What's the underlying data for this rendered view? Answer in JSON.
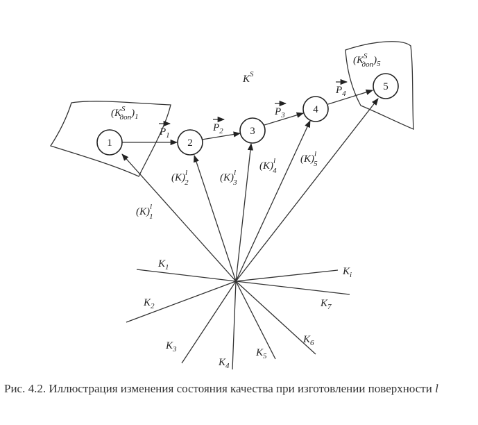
{
  "figure": {
    "region_1": {
      "base": "(K",
      "sup": "S",
      "sub_inner": "доп",
      "close": ")",
      "sub_outer": "1"
    },
    "region_5": {
      "base": "(K",
      "sup": "S",
      "sub_inner": "доп",
      "close": ")",
      "sub_outer": "5"
    },
    "space_label": {
      "base": "K",
      "sup": "S"
    },
    "nodes": [
      {
        "id": "1"
      },
      {
        "id": "2"
      },
      {
        "id": "3"
      },
      {
        "id": "4"
      },
      {
        "id": "5"
      }
    ],
    "transitions": [
      {
        "base": "P",
        "sub": "1"
      },
      {
        "base": "P",
        "sub": "2"
      },
      {
        "base": "P",
        "sub": "3"
      },
      {
        "base": "P",
        "sub": "4"
      }
    ],
    "state_vectors": [
      {
        "base": "(K)",
        "sup": "l",
        "sub": "1"
      },
      {
        "base": "(K)",
        "sup": "l",
        "sub": "2"
      },
      {
        "base": "(K)",
        "sup": "l",
        "sub": "3"
      },
      {
        "base": "(K)",
        "sup": "l",
        "sub": "4"
      },
      {
        "base": "(K)",
        "sup": "l",
        "sub": "5"
      }
    ],
    "axes": [
      {
        "base": "K",
        "sub": "1"
      },
      {
        "base": "K",
        "sub": "2"
      },
      {
        "base": "K",
        "sub": "3"
      },
      {
        "base": "K",
        "sub": "4"
      },
      {
        "base": "K",
        "sub": "5"
      },
      {
        "base": "K",
        "sub": "6"
      },
      {
        "base": "K",
        "sub": "7"
      },
      {
        "base": "K",
        "sub": "i"
      }
    ]
  },
  "caption": {
    "text": "Рис. 4.2. Иллюстрация изменения состояния качества при изготовлении поверхности ",
    "var": "l"
  }
}
